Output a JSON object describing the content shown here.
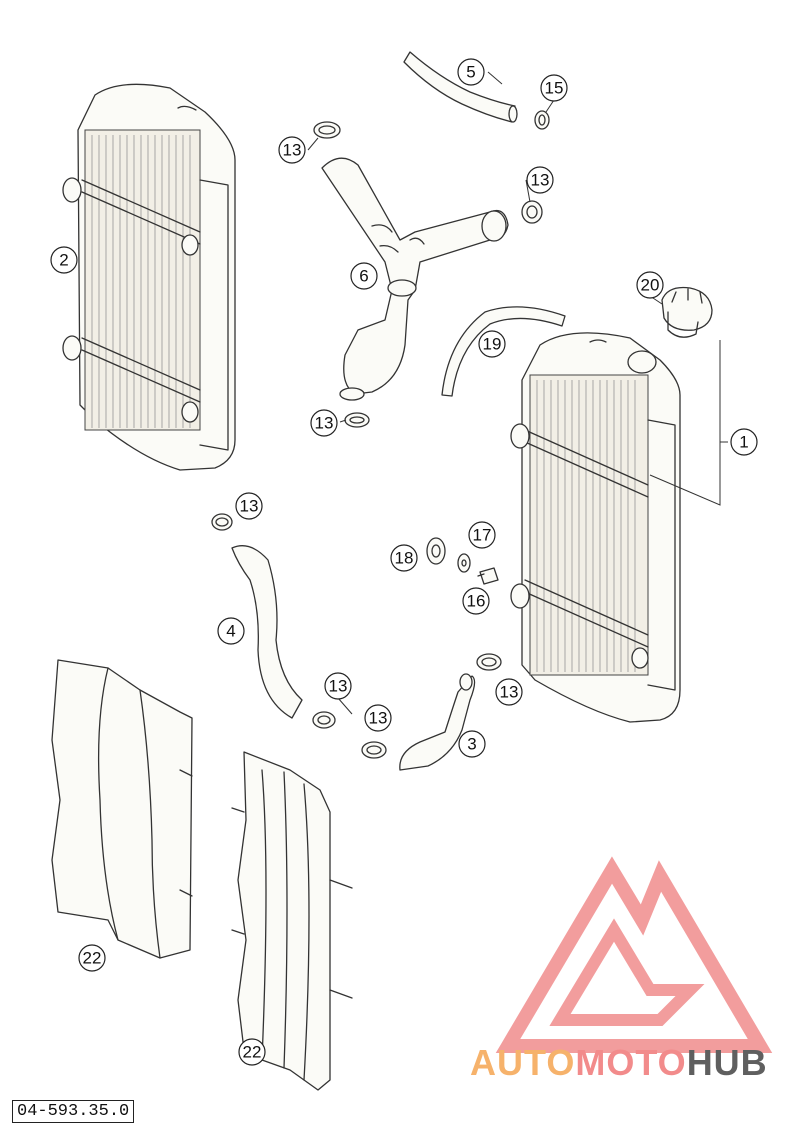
{
  "callouts": [
    {
      "id": "c2",
      "label": "2"
    },
    {
      "id": "c5",
      "label": "5"
    },
    {
      "id": "c15",
      "label": "15"
    },
    {
      "id": "c13a",
      "label": "13"
    },
    {
      "id": "c13b",
      "label": "13"
    },
    {
      "id": "c6",
      "label": "6"
    },
    {
      "id": "c20",
      "label": "20"
    },
    {
      "id": "c19",
      "label": "19"
    },
    {
      "id": "c13c",
      "label": "13"
    },
    {
      "id": "c1",
      "label": "1"
    },
    {
      "id": "c13d",
      "label": "13"
    },
    {
      "id": "c17",
      "label": "17"
    },
    {
      "id": "c18",
      "label": "18"
    },
    {
      "id": "c16",
      "label": "16"
    },
    {
      "id": "c4",
      "label": "4"
    },
    {
      "id": "c13e",
      "label": "13"
    },
    {
      "id": "c13f",
      "label": "13"
    },
    {
      "id": "c13g",
      "label": "13"
    },
    {
      "id": "c3",
      "label": "3"
    },
    {
      "id": "c22a",
      "label": "22"
    },
    {
      "id": "c22b",
      "label": "22"
    }
  ],
  "drawing_number": "04-593.35.0",
  "watermark": {
    "part1": "AUTO",
    "part2": "MOTO",
    "part3": "HUB",
    "color1": "#f6b26b",
    "color2": "#f28b8b",
    "color3": "#5f5f5f",
    "logo_color": "#f08c8c"
  }
}
